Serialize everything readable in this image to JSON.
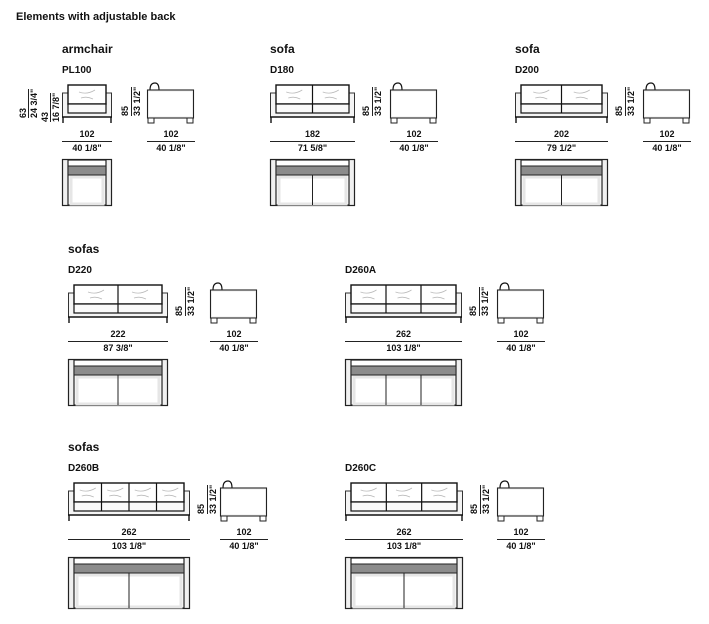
{
  "title": "Elements with adjustable back",
  "products": [
    {
      "category": "armchair",
      "model": "PL100",
      "seats": 1,
      "height_cm": "85",
      "height_in": "33 1/2\"",
      "width_cm": "102",
      "width_in": "40 1/8\"",
      "depth_cm": "102",
      "depth_in": "40 1/8\"",
      "extra_heights": [
        {
          "cm": "63",
          "in": "24 3/4\""
        },
        {
          "cm": "43",
          "in": "16 7/8\""
        }
      ]
    },
    {
      "category": "sofa",
      "model": "D180",
      "seats": 2,
      "height_cm": "85",
      "height_in": "33 1/2\"",
      "width_cm": "182",
      "width_in": "71 5/8\"",
      "depth_cm": "102",
      "depth_in": "40 1/8\""
    },
    {
      "category": "sofa",
      "model": "D200",
      "seats": 2,
      "height_cm": "85",
      "height_in": "33 1/2\"",
      "width_cm": "202",
      "width_in": "79 1/2\"",
      "depth_cm": "102",
      "depth_in": "40 1/8\""
    },
    {
      "category": "sofas",
      "model": "D220",
      "seats": 2,
      "height_cm": "85",
      "height_in": "33 1/2\"",
      "width_cm": "222",
      "width_in": "87 3/8\"",
      "depth_cm": "102",
      "depth_in": "40 1/8\""
    },
    {
      "category": "",
      "model": "D260A",
      "seats": 3,
      "height_cm": "85",
      "height_in": "33 1/2\"",
      "width_cm": "262",
      "width_in": "103 1/8\"",
      "depth_cm": "102",
      "depth_in": "40 1/8\""
    },
    {
      "category": "sofas",
      "model": "D260B",
      "seats": 4,
      "top_seats": 2,
      "height_cm": "85",
      "height_in": "33 1/2\"",
      "width_cm": "262",
      "width_in": "103 1/8\"",
      "depth_cm": "102",
      "depth_in": "40 1/8\""
    },
    {
      "category": "",
      "model": "D260C",
      "seats": 3,
      "top_seats": 2,
      "height_cm": "85",
      "height_in": "33 1/2\"",
      "width_cm": "262",
      "width_in": "103 1/8\"",
      "depth_cm": "102",
      "depth_in": "40 1/8\""
    }
  ]
}
